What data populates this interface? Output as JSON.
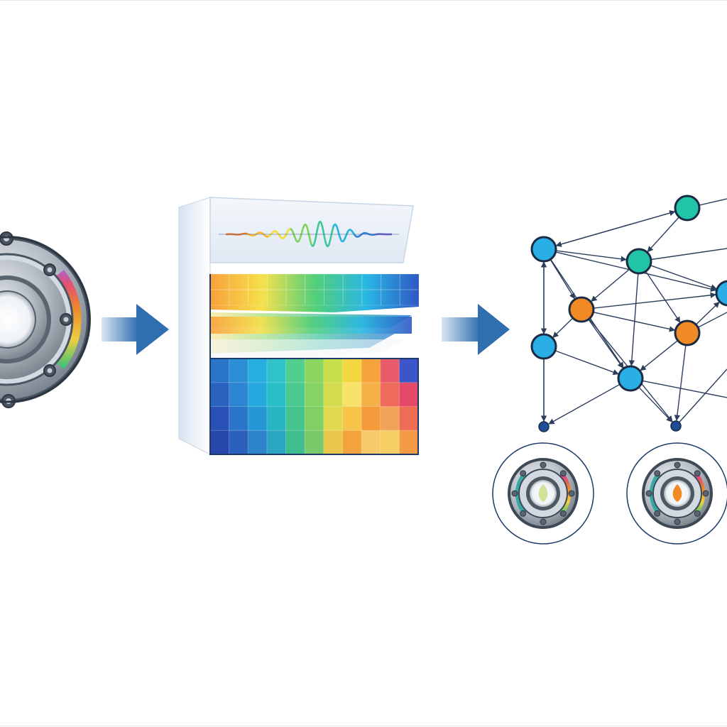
{
  "diagram": {
    "stages": [
      {
        "id": "bearing",
        "icon": "bearing-icon"
      },
      {
        "id": "signal-to-spectrogram",
        "icon": "spectrogram-icon"
      },
      {
        "id": "graph-network",
        "icon": "graph-network-icon"
      }
    ],
    "arrows": [
      {
        "from": "bearing",
        "to": "signal-to-spectrogram"
      },
      {
        "from": "signal-to-spectrogram",
        "to": "graph-network"
      }
    ],
    "outcomes": [
      {
        "id": "bearing-outcome-healthy",
        "icon": "bearing-icon",
        "marker_color": "#cfe39a"
      },
      {
        "id": "bearing-outcome-fault",
        "icon": "bearing-icon",
        "marker_color": "#f08a24"
      }
    ],
    "colors": {
      "arrow": "#2f6fb0",
      "node_blue": "#29aee6",
      "node_teal": "#22c4a6",
      "node_orange": "#f08a24",
      "node_navy": "#1f4e99",
      "edge": "#2b3e5c",
      "outline": "#1b2b44",
      "metal": "#9aa4ae"
    },
    "graph": {
      "nodes": [
        {
          "id": "n1",
          "kind": "blue"
        },
        {
          "id": "n2",
          "kind": "teal"
        },
        {
          "id": "n3",
          "kind": "teal"
        },
        {
          "id": "n4",
          "kind": "orange"
        },
        {
          "id": "n5",
          "kind": "blue"
        },
        {
          "id": "n6",
          "kind": "orange"
        },
        {
          "id": "n7",
          "kind": "blue"
        },
        {
          "id": "n8",
          "kind": "blue"
        },
        {
          "id": "n9",
          "kind": "small"
        },
        {
          "id": "n10",
          "kind": "small"
        }
      ]
    }
  }
}
